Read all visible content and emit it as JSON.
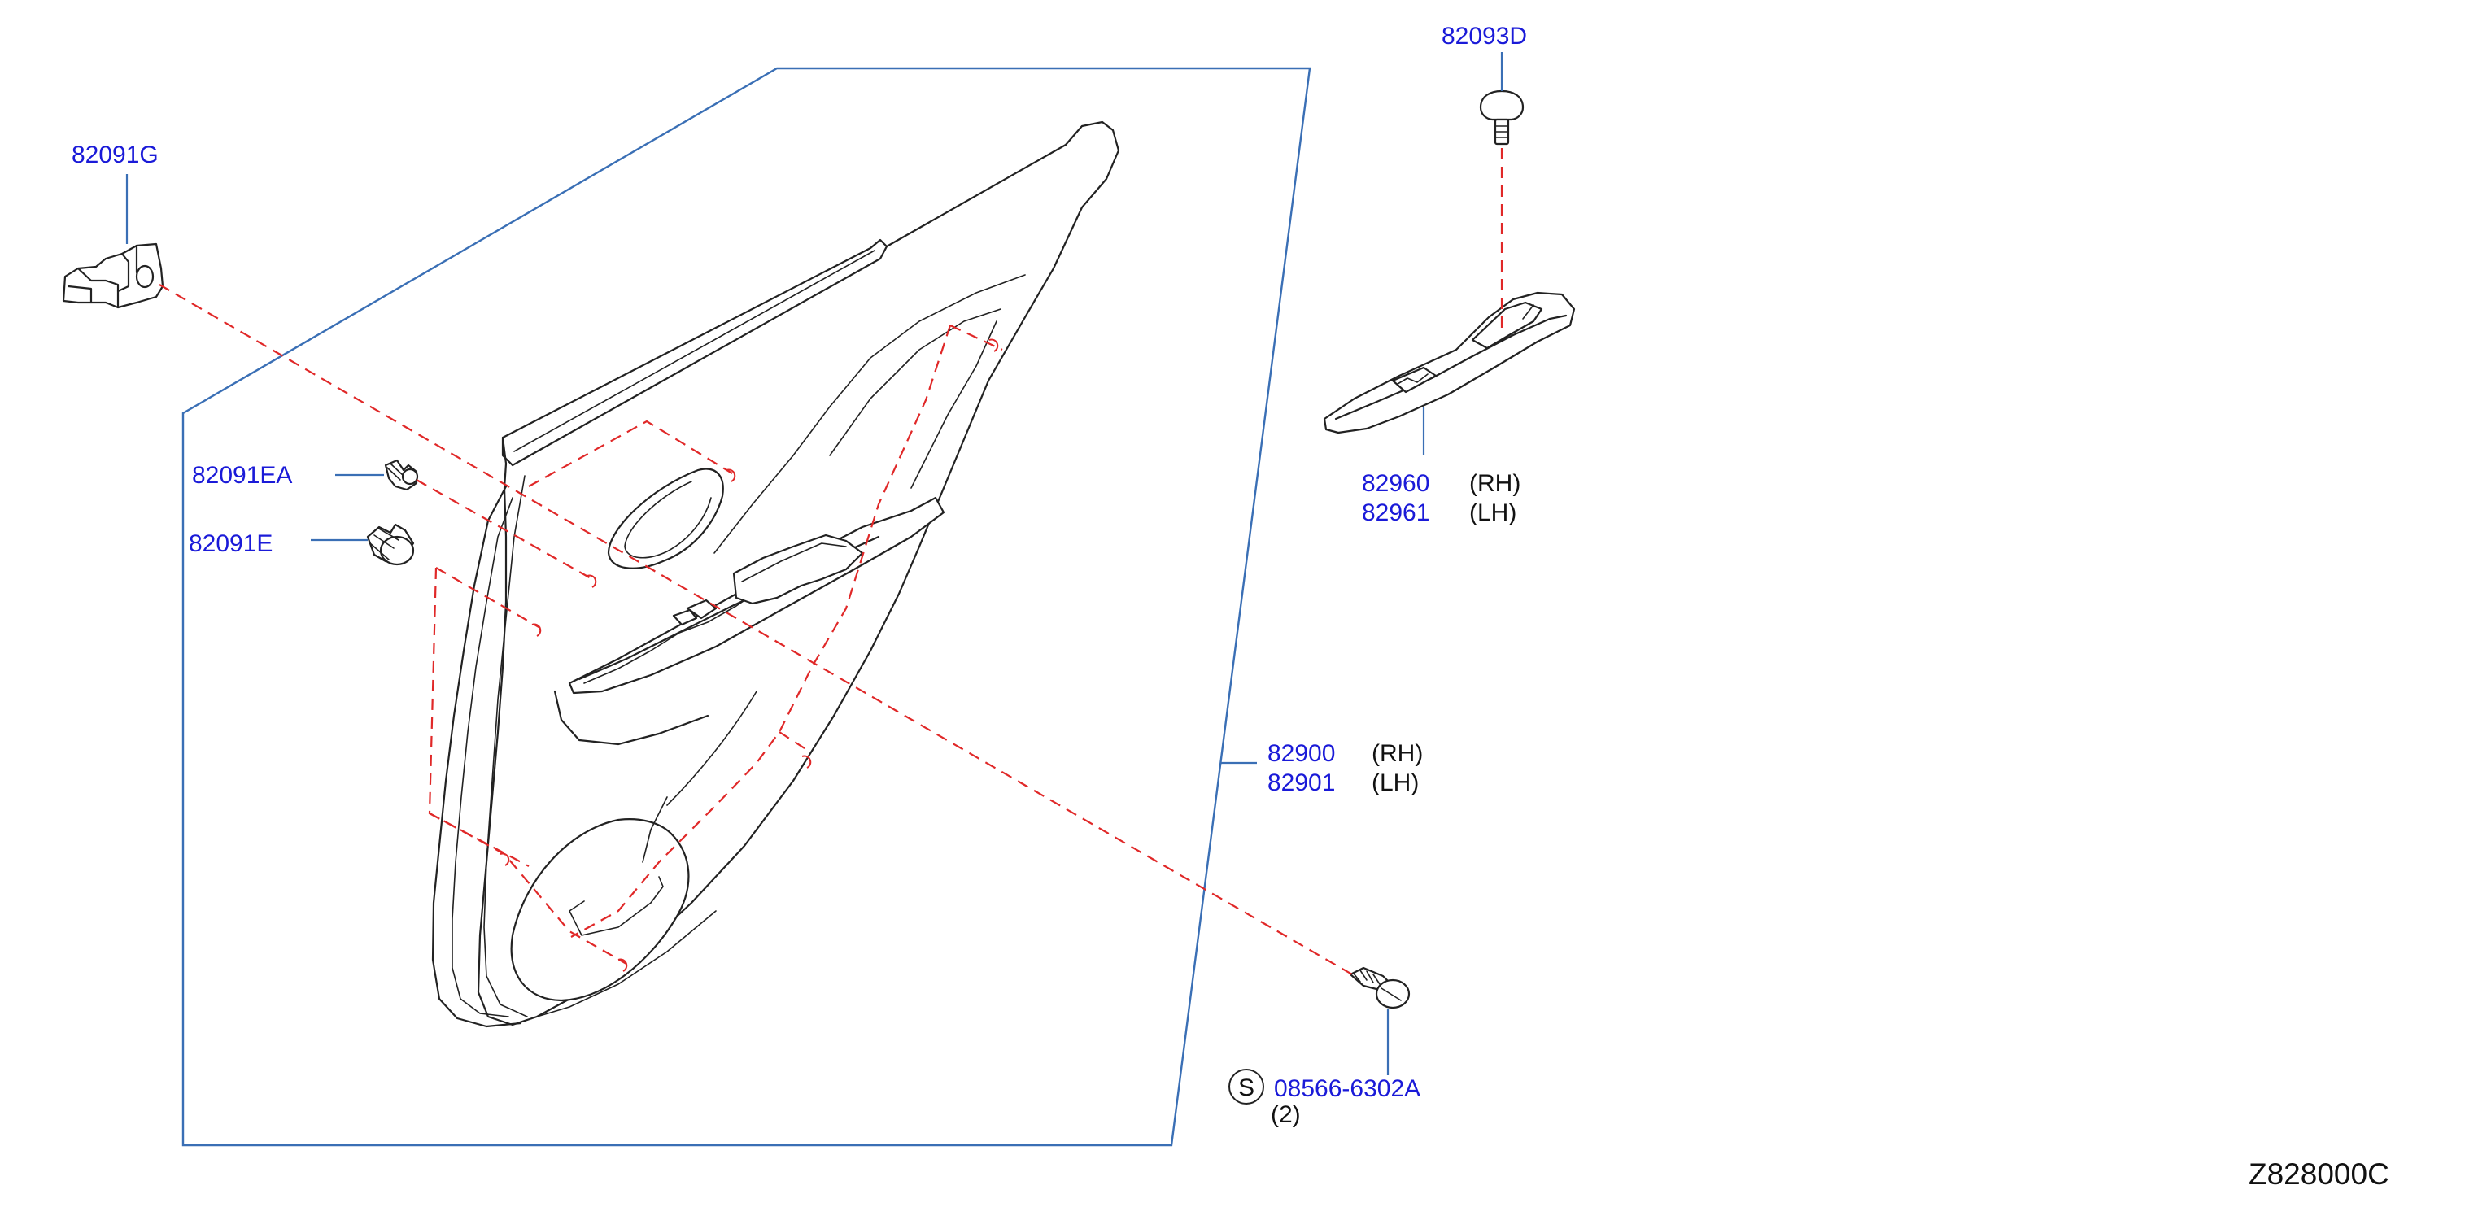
{
  "diagram": {
    "part_labels": {
      "p82091G": "82091G",
      "p82093D": "82093D",
      "p82091EA": "82091EA",
      "p82091E": "82091E",
      "p82960": "82960",
      "p82961": "82961",
      "p82900": "82900",
      "p82901": "82901",
      "p08566": "08566-6302A"
    },
    "side_labels": {
      "s82960": "(RH)",
      "s82961": "(LH)",
      "s82900": "(RH)",
      "s82901": "(LH)"
    },
    "standard_part_symbol": "S",
    "quantity_note": "(2)",
    "figure_code": "Z828000C",
    "colors": {
      "part_number": "#1a1ad8",
      "leader": "#3a6fb5",
      "assembly_line": "#e02828",
      "outline": "#222222"
    }
  }
}
